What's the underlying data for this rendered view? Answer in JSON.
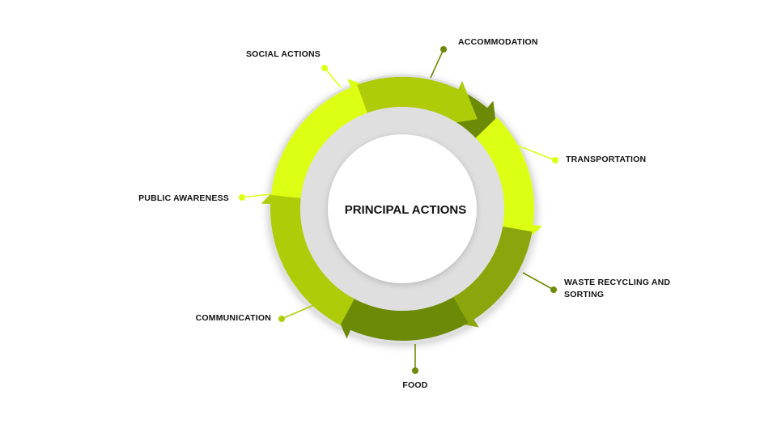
{
  "center_label": "PRINCIPAL ACTIONS",
  "colors": {
    "ring_background": "#dfdfdf",
    "inner_circle": "#ffffff",
    "dark_olive": "#6d8a07",
    "olive": "#8ba60c",
    "yellow_green": "#afcc09",
    "lime": "#dcff14"
  },
  "segments": [
    {
      "name": "accommodation-segment",
      "color": "#6d8a07"
    },
    {
      "name": "transportation-segment",
      "color": "#dcff14"
    },
    {
      "name": "waste-recycling-segment",
      "color": "#8ba60c"
    },
    {
      "name": "food-segment",
      "color": "#6d8a07"
    },
    {
      "name": "communication-segment",
      "color": "#afcc09"
    },
    {
      "name": "public-awareness-segment",
      "color": "#dcff14"
    },
    {
      "name": "social-actions-segment",
      "color": "#afcc09"
    }
  ],
  "labels": [
    {
      "id": "accommodation",
      "lines": [
        "ACCOMMODATION"
      ],
      "dot_color": "#6d8a07"
    },
    {
      "id": "transportation",
      "lines": [
        "TRANSPORTATION"
      ],
      "dot_color": "#dcff14"
    },
    {
      "id": "waste-recycling",
      "lines": [
        "WASTE RECYCLING AND",
        "SORTING"
      ],
      "dot_color": "#6d8a07"
    },
    {
      "id": "food",
      "lines": [
        "FOOD"
      ],
      "dot_color": "#6d8a07"
    },
    {
      "id": "communication",
      "lines": [
        "COMMUNICATION"
      ],
      "dot_color": "#afcc09"
    },
    {
      "id": "public-awareness",
      "lines": [
        "PUBLIC AWARENESS"
      ],
      "dot_color": "#dcff14"
    },
    {
      "id": "social-actions",
      "lines": [
        "SOCIAL ACTIONS"
      ],
      "dot_color": "#dcff14"
    }
  ]
}
